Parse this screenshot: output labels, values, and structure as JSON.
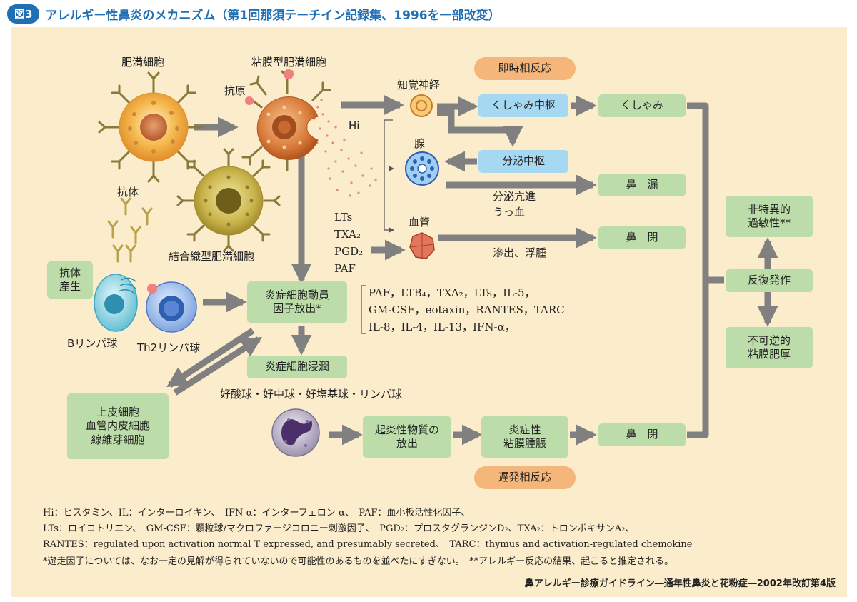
{
  "header": {
    "figure_label": "図3",
    "title": "アレルギー性鼻炎のメカニズム（第1回那須テーチイン記録集、1996を一部改変）"
  },
  "cells": {
    "mast_cell": "肥満細胞",
    "mucosal_mast_cell": "粘膜型肥満細胞",
    "antigen": "抗原",
    "antibody": "抗体",
    "connective_mast_cell": "結合織型肥満細胞",
    "b_lymph": "Bリンパ球",
    "th2_lymph": "Th2リンパ球",
    "granulocytes": "好酸球・好中球・好塩基球・リンパ球",
    "hi": "Hi",
    "sensory_nerve": "知覚神経",
    "gland": "腺",
    "vessel": "血管"
  },
  "mediators": [
    "LTs",
    "TXA₂",
    "PGD₂",
    "PAF"
  ],
  "cytokines": [
    "PAF，LTB₄，TXA₂，LTs，IL-5，",
    "GM-CSF，eotaxin，RANTES，TARC",
    "IL-8，IL-4，IL-13，IFN-α，"
  ],
  "boxes": {
    "immediate": "即時相反応",
    "sneeze_center": "くしゃみ中枢",
    "sneeze": "くしゃみ",
    "secretion_center": "分泌中枢",
    "rhinorrhea": "鼻　漏",
    "obstruction1": "鼻　閉",
    "antibody_production": "抗体\n産生",
    "mobilization": "炎症細胞動員\n因子放出*",
    "infiltration": "炎症細胞浸潤",
    "epithelial": "上皮細胞\n血管内皮細胞\n線維芽細胞",
    "release": "起炎性物質の\n放出",
    "swelling": "炎症性\n粘膜腫脹",
    "obstruction2": "鼻　閉",
    "delayed": "遅発相反応",
    "hyper": "非特異的\n過敏性**",
    "recurrent": "反復発作",
    "hypertrophy": "不可逆的\n粘膜肥厚"
  },
  "edge_labels": {
    "secretion": "分泌亢進\nうっ血",
    "exudation": "滲出、浮腫"
  },
  "notes": [
    "Hi：ヒスタミン、IL：インターロイキン、　IFN-α：インターフェロン-α、　PAF：血小板活性化因子、",
    "LTs：ロイコトリエン、　GM-CSF：顆粒球/マクロファージコロニー刺激因子、　PGD₂：プロスタグランジンD₂、TXA₂：トロンボキサンA₂、",
    "RANTES：regulated upon activation normal T expressed, and presumably secreted、　TARC：thymus and activation-regulated chemokine",
    "*遊走因子については、なお一定の見解が得られていないので可能性のあるものを並べたにすぎない。　**アレルギー反応の結果、起こると推定される。"
  ],
  "source": "鼻アレルギー診療ガイドライン―通年性鼻炎と花粉症―2002年改訂第4版",
  "colors": {
    "panel": "#fbeccb",
    "green_box": "#bcdcaa",
    "blue_box": "#a6d8f2",
    "orange_box": "#f4b67a",
    "arrow": "#808080",
    "title_blue": "#1f6fb5"
  }
}
